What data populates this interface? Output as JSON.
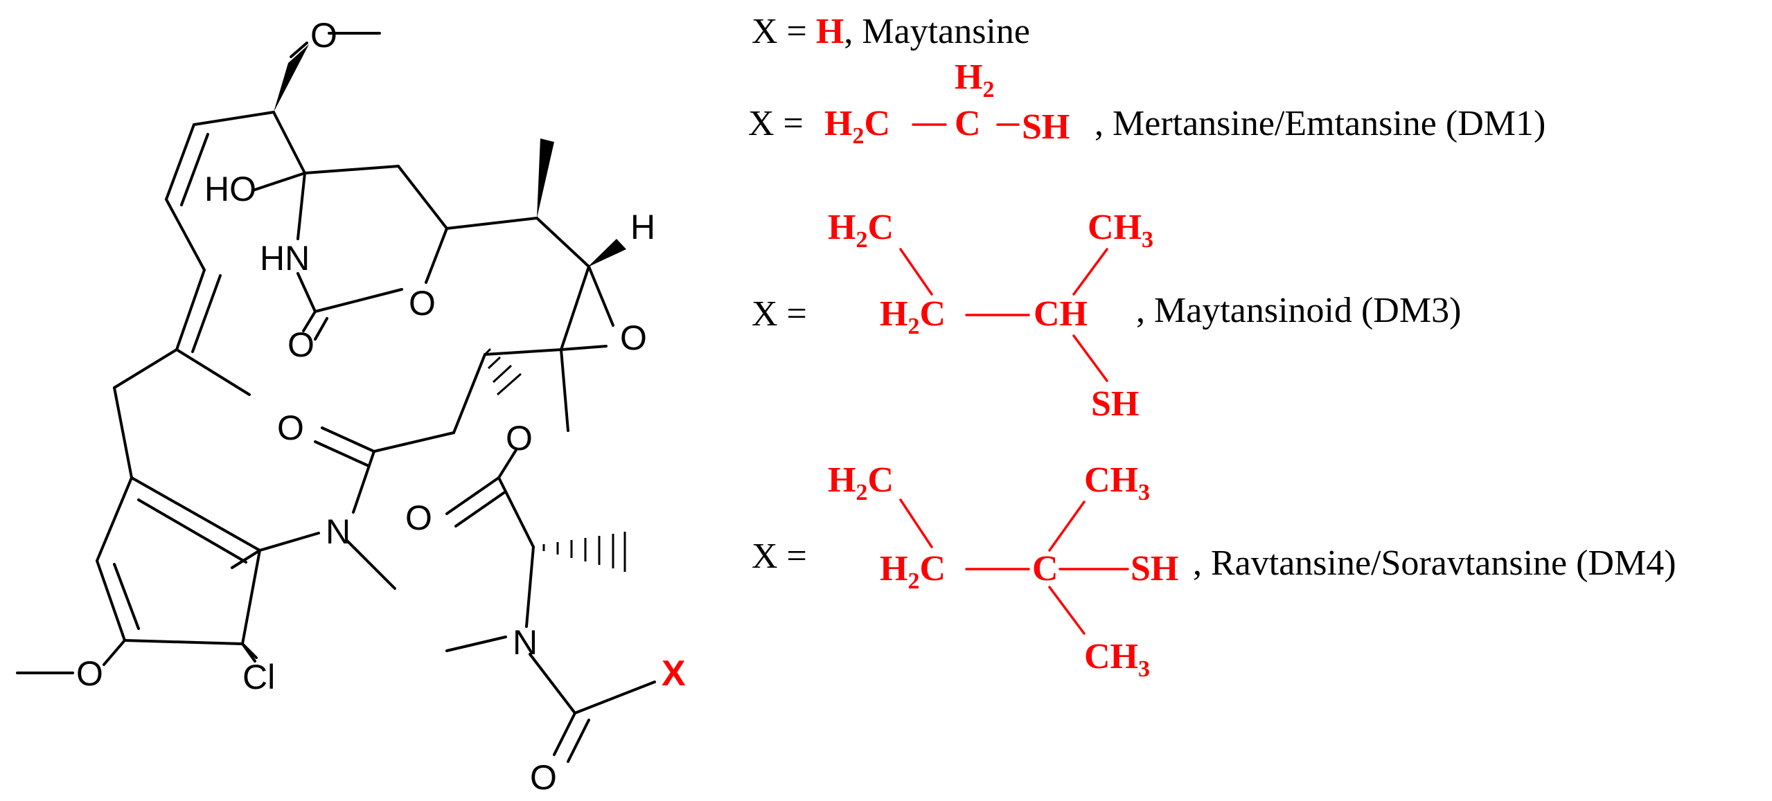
{
  "molecule": {
    "atoms": {
      "methoxy_o_top": "O",
      "hydroxyl": "HO",
      "amide_nh": "HN",
      "ring_o": "O",
      "carbamate_o": "O",
      "epoxide_o": "O",
      "epoxide_h": "H",
      "lactam_o": "O",
      "ester_o": "O",
      "ester_carbonyl_o": "O",
      "amide_n": "N",
      "side_n": "N",
      "side_carbonyl_o": "O",
      "aryl_o": "O",
      "chloro": "Cl",
      "x_group": "X"
    }
  },
  "legend": {
    "row1": {
      "prefix": "X = ",
      "group": "H",
      "suffix": ", Maytansine"
    },
    "row2": {
      "prefix": "X = ",
      "h2c": "H",
      "h2c_sub": "2",
      "h2c_c": "C",
      "ch2_h": "H",
      "ch2_sub": "2",
      "ch2_c": "C",
      "sh": "SH",
      "suffix": ", Mertansine/Emtansine (DM1)"
    },
    "row3": {
      "prefix": "X =",
      "top_h": "H",
      "top_sub": "2",
      "top_c": "C",
      "mid_h": "H",
      "mid_sub": "2",
      "mid_c": "C",
      "ch": "CH",
      "ch3_c": "CH",
      "ch3_sub": "3",
      "sh": "SH",
      "suffix": ", Maytansinoid (DM3)"
    },
    "row4": {
      "prefix": "X =",
      "top_h": "H",
      "top_sub": "2",
      "top_c": "C",
      "mid_h": "H",
      "mid_sub": "2",
      "mid_c": "C",
      "center_c": "C",
      "ch3_top_c": "CH",
      "ch3_top_sub": "3",
      "ch3_bot_c": "CH",
      "ch3_bot_sub": "3",
      "sh": "SH",
      "suffix": ",  Ravtansine/Soravtansine (DM4)"
    }
  },
  "colors": {
    "highlight": "#ff0000",
    "ink": "#000000"
  }
}
